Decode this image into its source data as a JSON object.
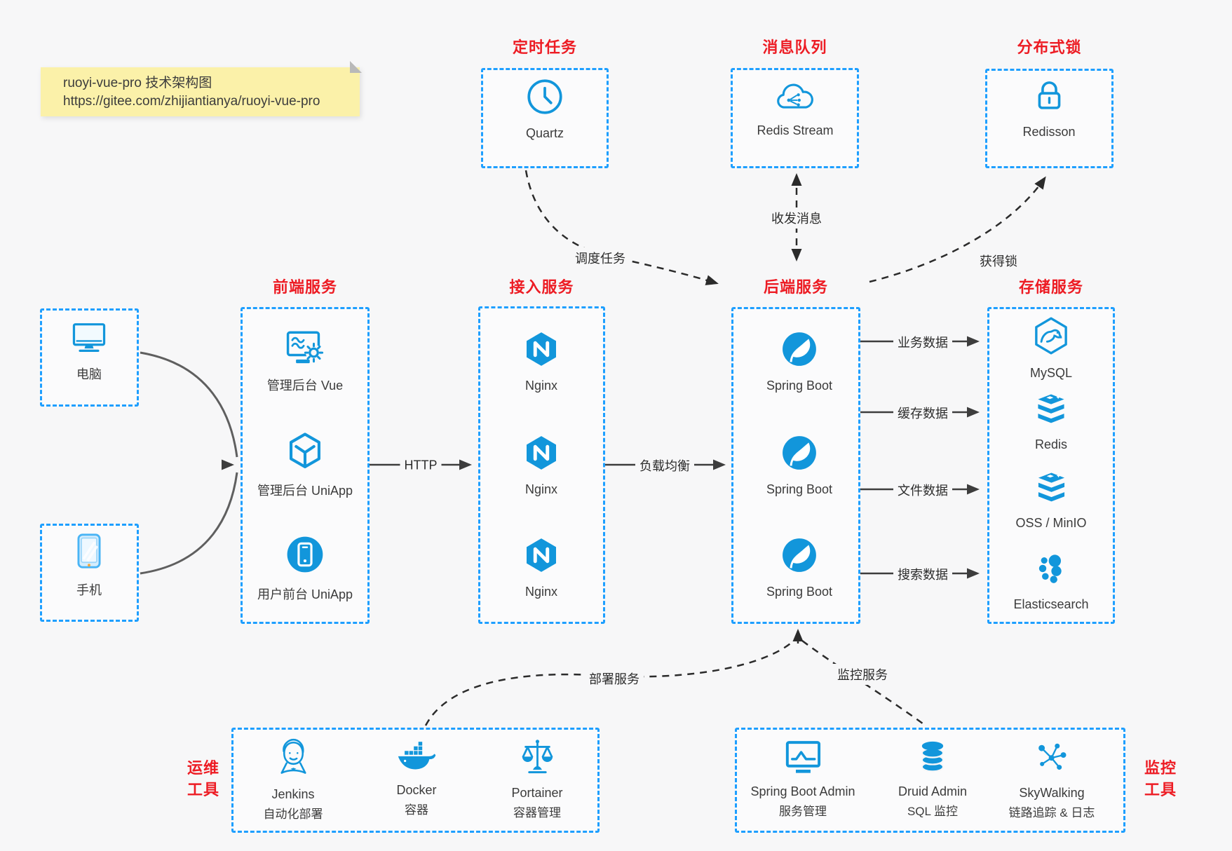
{
  "colors": {
    "canvas_bg": "#f7f7f8",
    "box_border_blue": "#1e9fff",
    "icon_blue": "#1296db",
    "title_red": "#ed1c24",
    "note_bg": "#fbf1a9",
    "arrow_gray": "#3d3d3d",
    "arrow_dashed_dark": "#2b2b2b"
  },
  "note": {
    "line1": "ruoyi-vue-pro 技术架构图",
    "line2": "https://gitee.com/zhijiantianya/ruoyi-vue-pro"
  },
  "sections": {
    "scheduled_job": {
      "title": "定时任务",
      "item": {
        "label": "Quartz",
        "icon": "clock-icon"
      }
    },
    "message_queue": {
      "title": "消息队列",
      "item": {
        "label": "Redis Stream",
        "icon": "cloud-share-icon"
      }
    },
    "distributed_lock": {
      "title": "分布式锁",
      "item": {
        "label": "Redisson",
        "icon": "lock-icon"
      }
    },
    "clients": {
      "computer": "电脑",
      "mobile": "手机"
    },
    "frontend": {
      "title": "前端服务",
      "items": [
        "管理后台 Vue",
        "管理后台 UniApp",
        "用户前台 UniApp"
      ],
      "icons": [
        "admin-dashboard-icon",
        "uniapp-cube-icon",
        "user-app-phone-icon"
      ]
    },
    "gateway": {
      "title": "接入服务",
      "items": [
        "Nginx",
        "Nginx",
        "Nginx"
      ],
      "icons": [
        "nginx-icon",
        "nginx-icon",
        "nginx-icon"
      ]
    },
    "backend": {
      "title": "后端服务",
      "items": [
        "Spring Boot",
        "Spring Boot",
        "Spring Boot"
      ],
      "icons": [
        "spring-icon",
        "spring-icon",
        "spring-icon"
      ]
    },
    "storage": {
      "title": "存储服务",
      "items": [
        "MySQL",
        "Redis",
        "OSS / MinIO",
        "Elasticsearch"
      ],
      "icons": [
        "mysql-icon",
        "redis-stack-icon",
        "redis-stack-icon",
        "elasticsearch-icon"
      ]
    },
    "devops": {
      "side_title": [
        "运维",
        "工具"
      ],
      "items": [
        {
          "name": "Jenkins",
          "desc": "自动化部署",
          "icon": "jenkins-icon"
        },
        {
          "name": "Docker",
          "desc": "容器",
          "icon": "docker-icon"
        },
        {
          "name": "Portainer",
          "desc": "容器管理",
          "icon": "portainer-scales-icon"
        }
      ]
    },
    "monitoring": {
      "side_title": [
        "监控",
        "工具"
      ],
      "items": [
        {
          "name": "Spring Boot Admin",
          "desc": "服务管理",
          "icon": "monitor-chart-icon"
        },
        {
          "name": "Druid Admin",
          "desc": "SQL 监控",
          "icon": "database-icon"
        },
        {
          "name": "SkyWalking",
          "desc": "链路追踪 & 日志",
          "icon": "skywalking-nodes-icon"
        }
      ]
    }
  },
  "edges": {
    "http": {
      "label": "HTTP",
      "from": "frontend",
      "to": "gateway",
      "style": "solid"
    },
    "load_balance": {
      "label": "负载均衡",
      "from": "gateway",
      "to": "backend",
      "style": "solid"
    },
    "schedule_task": {
      "label": "调度任务",
      "from": "scheduled_job",
      "to": "backend",
      "style": "dashed"
    },
    "send_receive_message": {
      "label": "收发消息",
      "from": "message_queue",
      "to": "backend",
      "style": "dashed-both"
    },
    "acquire_lock": {
      "label": "获得锁",
      "from": "backend",
      "to": "distributed_lock",
      "style": "dashed"
    },
    "business_data": {
      "label": "业务数据",
      "from": "backend",
      "to": "storage.MySQL",
      "style": "solid"
    },
    "cache_data": {
      "label": "缓存数据",
      "from": "backend",
      "to": "storage.Redis",
      "style": "solid"
    },
    "file_data": {
      "label": "文件数据",
      "from": "backend",
      "to": "storage.OSS / MinIO",
      "style": "solid"
    },
    "search_data": {
      "label": "搜索数据",
      "from": "backend",
      "to": "storage.Elasticsearch",
      "style": "solid"
    },
    "deploy_service": {
      "label": "部署服务",
      "from": "devops",
      "to": "backend",
      "style": "dashed"
    },
    "monitor_service": {
      "label": "监控服务",
      "from": "backend",
      "to": "monitoring",
      "style": "dashed"
    }
  }
}
